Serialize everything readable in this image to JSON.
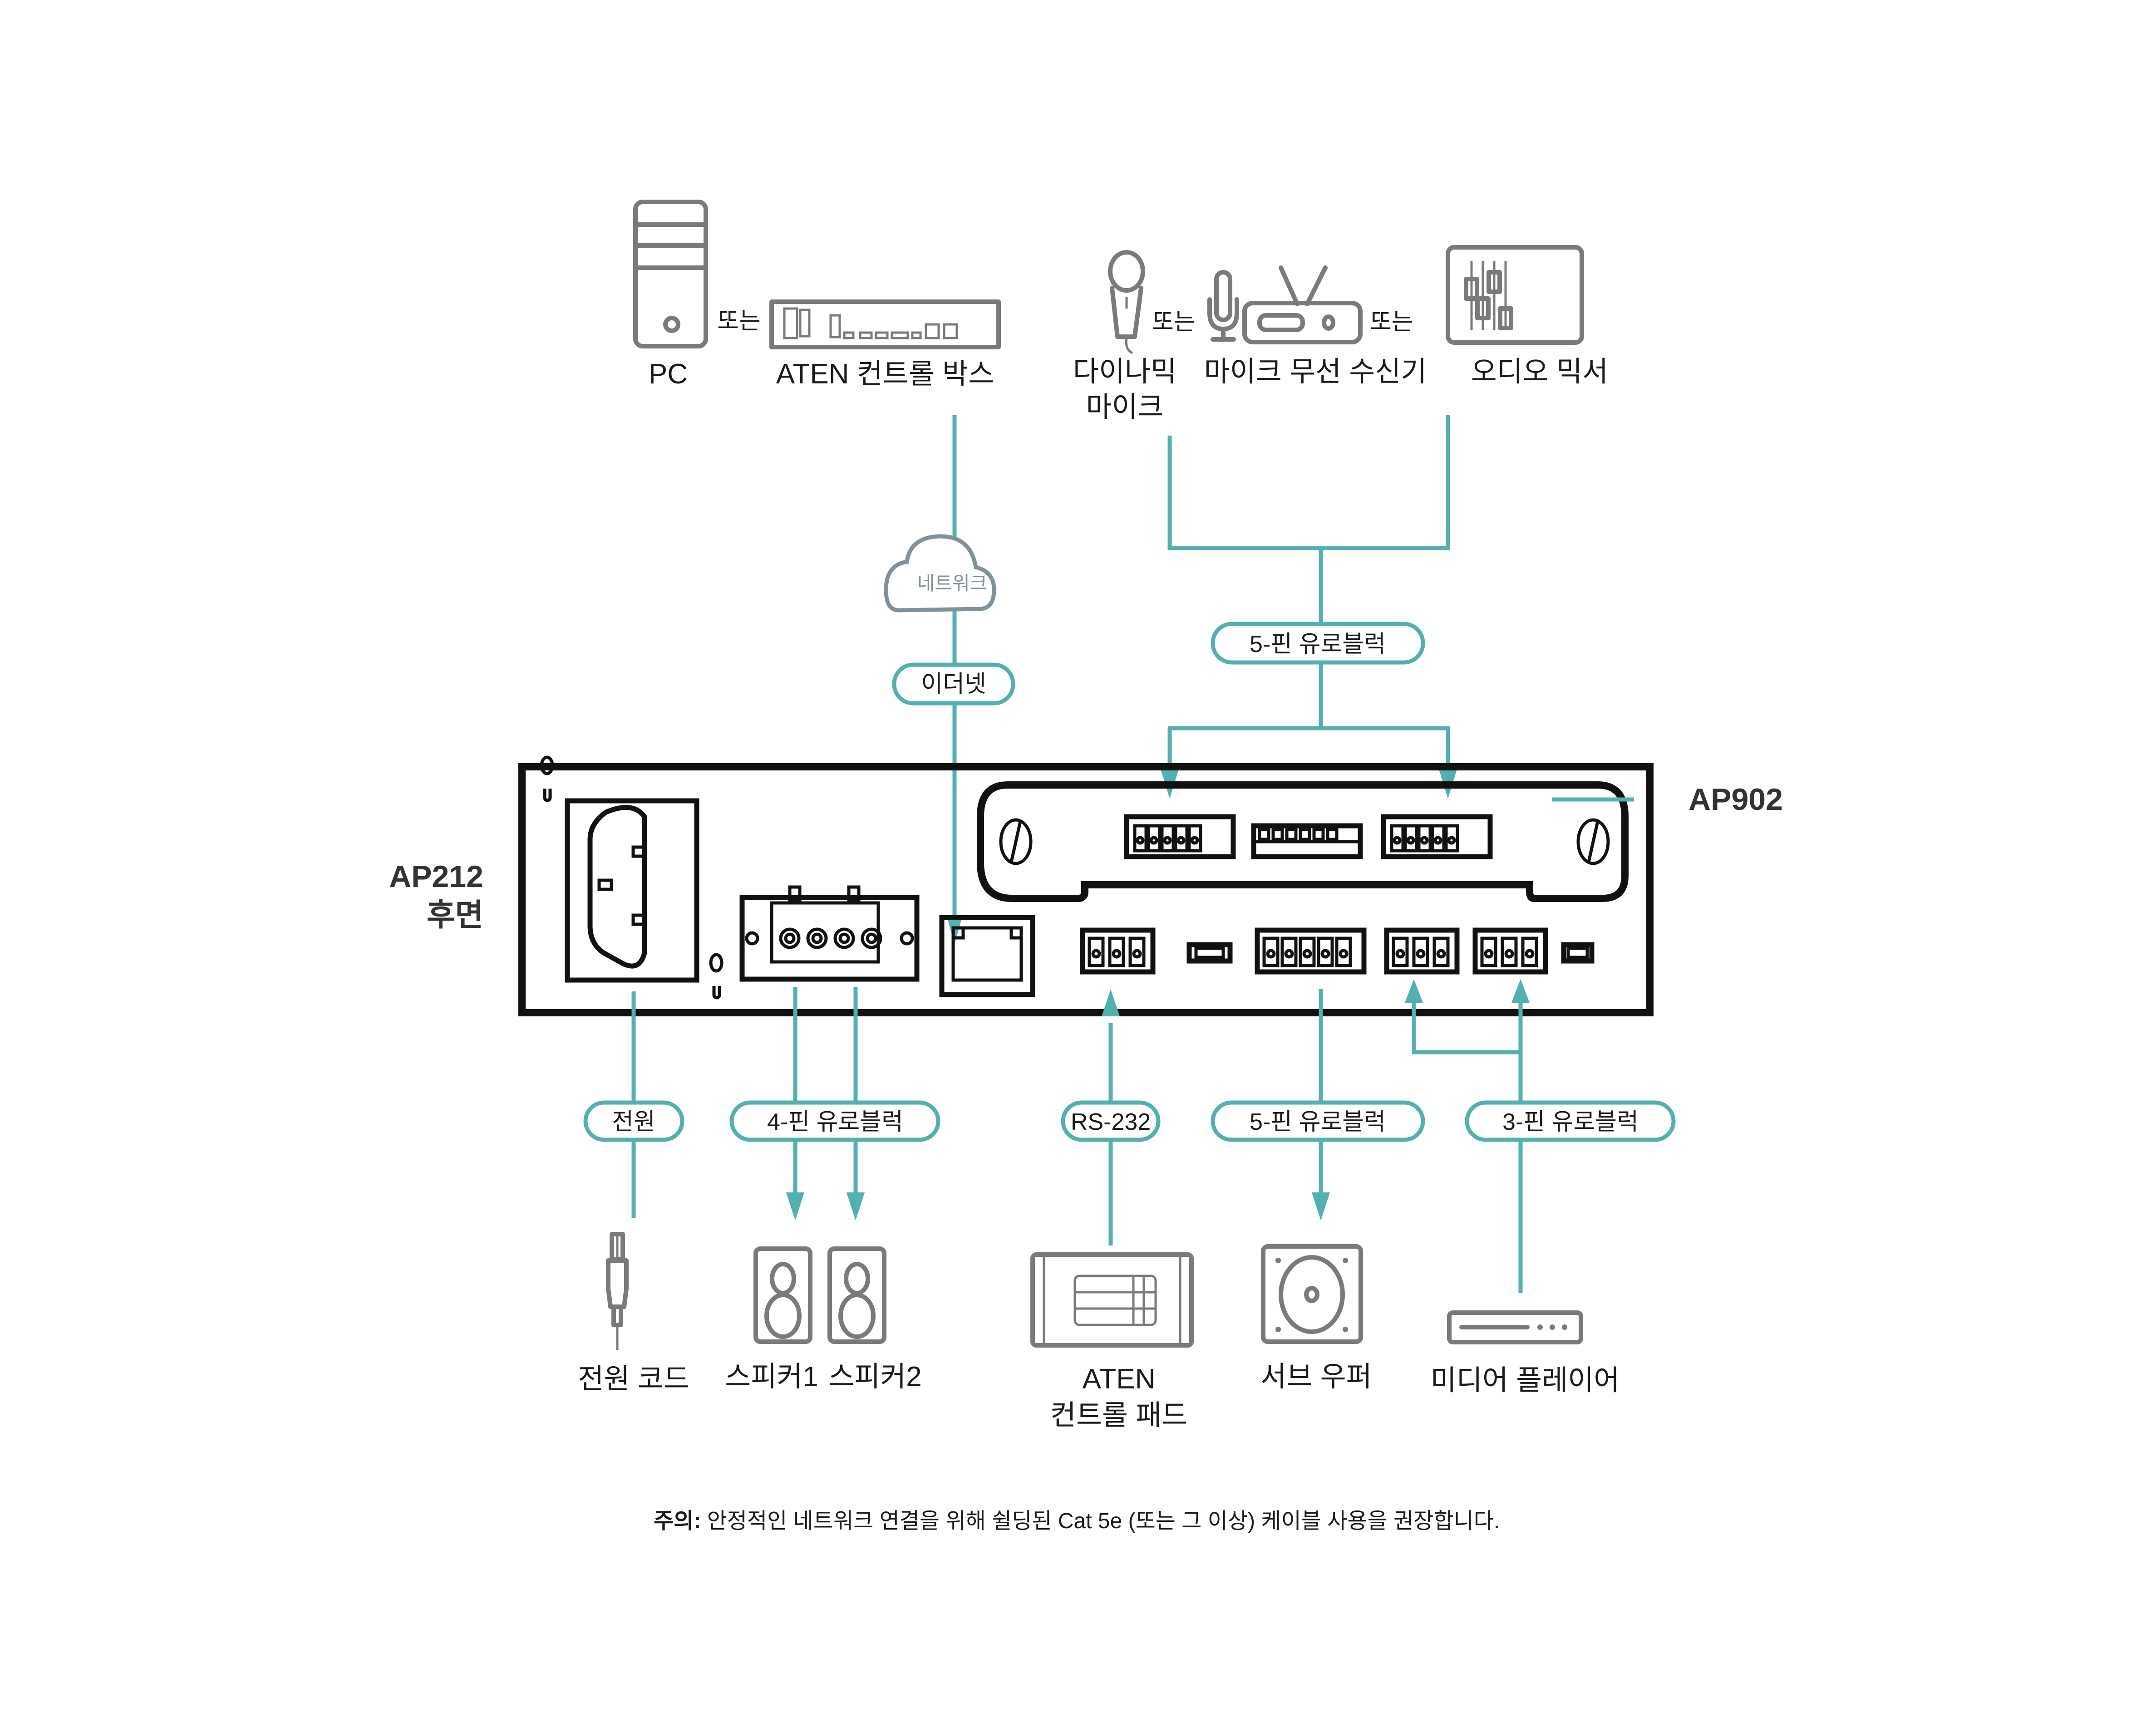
{
  "diagram": {
    "sources": {
      "pc": {
        "label": "PC",
        "icon": "pc-tower-icon"
      },
      "or_1": "또는",
      "control_box": {
        "label": "ATEN 컨트롤 박스",
        "icon": "control-box-icon"
      },
      "dynamic_mic": {
        "label_line1": "다이나믹",
        "label_line2": "마이크",
        "icon": "dynamic-microphone-icon"
      },
      "or_2": "또는",
      "wireless_receiver": {
        "label": "마이크 무선 수신기",
        "icon": "wireless-receiver-icon"
      },
      "or_3": "또는",
      "audio_mixer": {
        "label": "오디오 믹서",
        "icon": "audio-mixer-icon"
      }
    },
    "network": {
      "cloud_label": "네트워크",
      "ethernet_label": "이더넷"
    },
    "top_connector_label": "5-핀 유로블럭",
    "device": {
      "main_model": "AP212",
      "main_subtitle": "후면",
      "module_model": "AP902"
    },
    "bottom_connectors": {
      "power": "전원",
      "four_pin": "4-핀 유로블럭",
      "rs232": "RS-232",
      "five_pin": "5-핀 유로블럭",
      "three_pin": "3-핀 유로블럭"
    },
    "outputs": {
      "power_cord": "전원 코드",
      "speaker1": "스피커1",
      "speaker2": "스피커2",
      "control_pad_line1": "ATEN",
      "control_pad_line2": "컨트롤 패드",
      "subwoofer": "서브 우퍼",
      "media_player": "미디어 플레이어"
    },
    "note": {
      "prefix": "주의:",
      "text": " 안정적인 네트워크 연결을 위해 쉴딩된 Cat 5e (또는 그 이상) 케이블 사용을 권장합니다."
    },
    "colors": {
      "connector_teal": "#52B1B0",
      "icon_gray": "#7a7a7a",
      "device_outline": "#111111"
    }
  }
}
